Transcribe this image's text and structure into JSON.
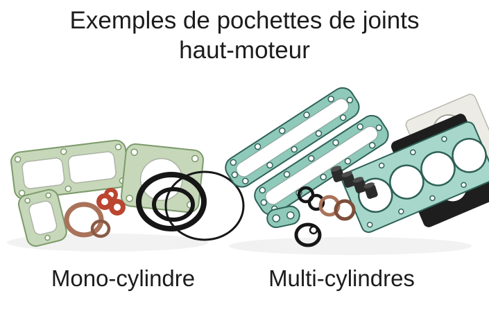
{
  "page": {
    "title_line1": "Exemples de pochettes de joints",
    "title_line2": "haut-moteur"
  },
  "figure": {
    "left_label": "Mono-cylindre",
    "right_label": "Multi-cylindres"
  },
  "colors": {
    "background": "#ffffff",
    "text": "#1c1c1c",
    "gasket_green": "#c7d7ba",
    "gasket_green_edge": "#7b9a6a",
    "teal": "#8fc9ba",
    "teal_light": "#a7d7ca",
    "teal_edge": "#2e6157",
    "copper": "#a9735a",
    "red": "#bb4530",
    "black": "#161616"
  }
}
